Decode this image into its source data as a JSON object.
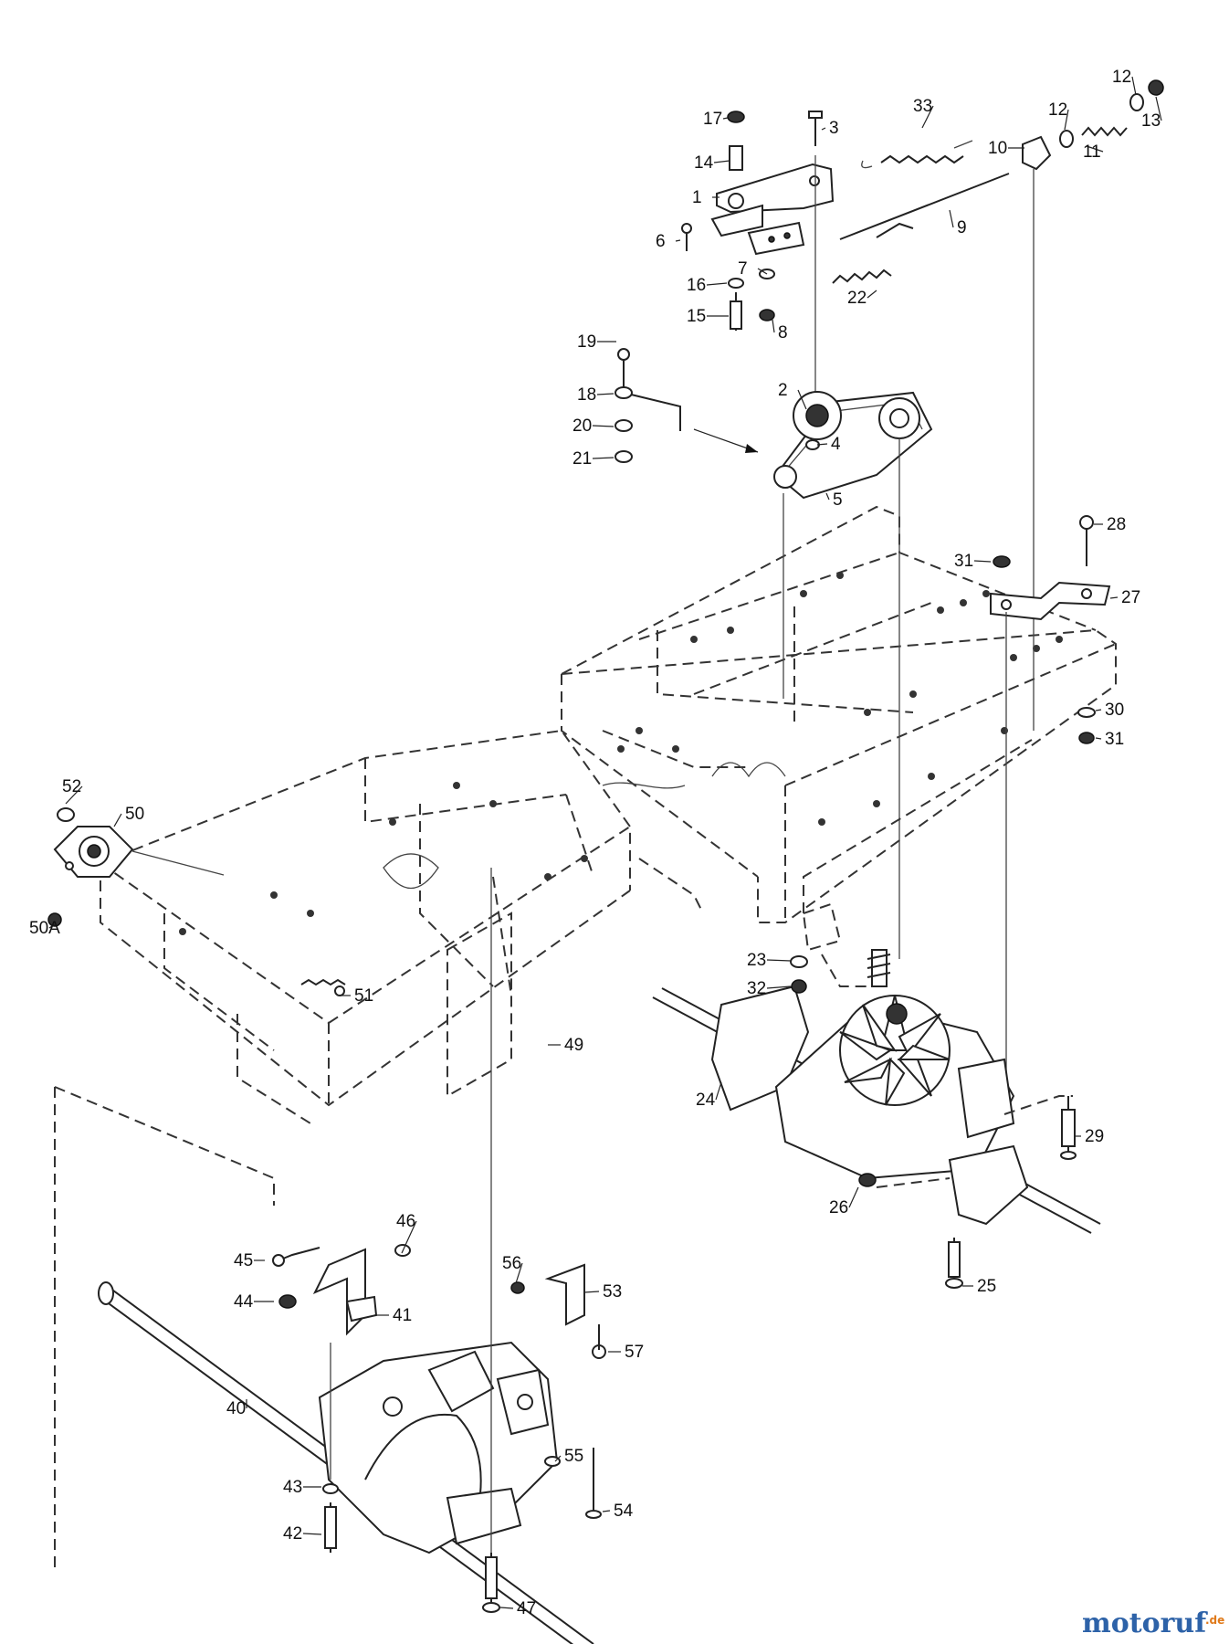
{
  "callouts": [
    {
      "id": "17",
      "text": "17"
    },
    {
      "id": "3",
      "text": "3"
    },
    {
      "id": "33",
      "text": "33"
    },
    {
      "id": "12a",
      "text": "12"
    },
    {
      "id": "13",
      "text": "13"
    },
    {
      "id": "12b",
      "text": "12"
    },
    {
      "id": "10",
      "text": "10"
    },
    {
      "id": "11",
      "text": "11"
    },
    {
      "id": "14",
      "text": "14"
    },
    {
      "id": "1",
      "text": "1"
    },
    {
      "id": "9",
      "text": "9"
    },
    {
      "id": "6",
      "text": "6"
    },
    {
      "id": "7",
      "text": "7"
    },
    {
      "id": "16",
      "text": "16"
    },
    {
      "id": "22",
      "text": "22"
    },
    {
      "id": "15",
      "text": "15"
    },
    {
      "id": "8",
      "text": "8"
    },
    {
      "id": "19",
      "text": "19"
    },
    {
      "id": "18",
      "text": "18"
    },
    {
      "id": "2",
      "text": "2"
    },
    {
      "id": "20",
      "text": "20"
    },
    {
      "id": "4",
      "text": "4"
    },
    {
      "id": "21",
      "text": "21"
    },
    {
      "id": "5",
      "text": "5"
    },
    {
      "id": "28",
      "text": "28"
    },
    {
      "id": "31a",
      "text": "31"
    },
    {
      "id": "27",
      "text": "27"
    },
    {
      "id": "30",
      "text": "30"
    },
    {
      "id": "31b",
      "text": "31"
    },
    {
      "id": "52",
      "text": "52"
    },
    {
      "id": "50",
      "text": "50"
    },
    {
      "id": "50A",
      "text": "50A"
    },
    {
      "id": "51",
      "text": "51"
    },
    {
      "id": "23",
      "text": "23"
    },
    {
      "id": "32",
      "text": "32"
    },
    {
      "id": "49",
      "text": "49"
    },
    {
      "id": "24",
      "text": "24"
    },
    {
      "id": "29",
      "text": "29"
    },
    {
      "id": "26",
      "text": "26"
    },
    {
      "id": "46",
      "text": "46"
    },
    {
      "id": "45",
      "text": "45"
    },
    {
      "id": "25",
      "text": "25"
    },
    {
      "id": "56",
      "text": "56"
    },
    {
      "id": "53",
      "text": "53"
    },
    {
      "id": "44",
      "text": "44"
    },
    {
      "id": "41",
      "text": "41"
    },
    {
      "id": "57",
      "text": "57"
    },
    {
      "id": "40",
      "text": "40"
    },
    {
      "id": "55",
      "text": "55"
    },
    {
      "id": "43",
      "text": "43"
    },
    {
      "id": "54",
      "text": "54"
    },
    {
      "id": "42",
      "text": "42"
    },
    {
      "id": "47",
      "text": "47"
    }
  ],
  "watermark": {
    "brand": "motoruf",
    "suffix": ".de",
    "color": "#2d62a8",
    "accent": "#e07a1a"
  }
}
